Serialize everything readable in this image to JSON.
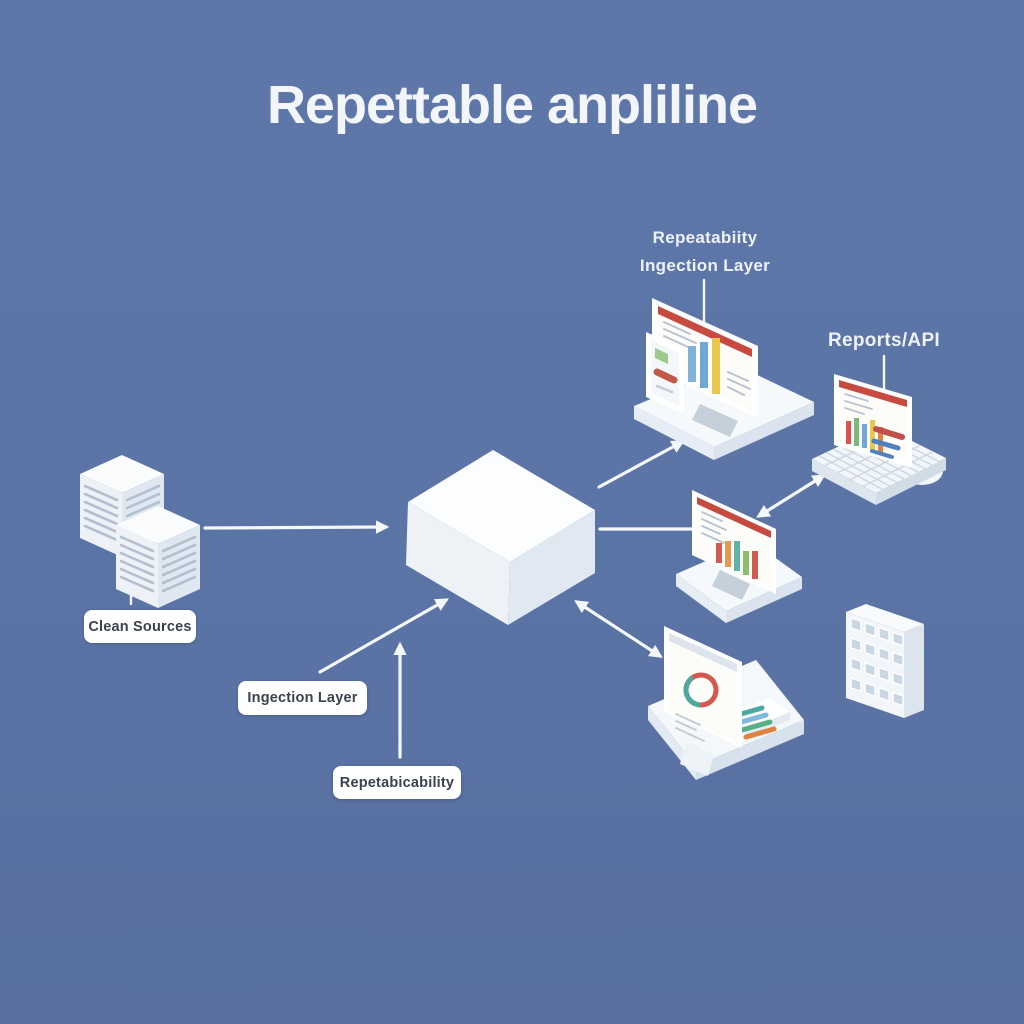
{
  "title": "Repettable anpliline",
  "labels": {
    "clean_sources": "Clean Sources",
    "ingestion_pill": "Ingection Layer",
    "repeatability_pill": "Repetabicability",
    "ingestion_node_line1": "Repeatabiity",
    "ingestion_node_line2": "Ingection Layer",
    "reports_api": "Reports/API"
  },
  "palette": {
    "background": "#5b74a6",
    "pill_background": "#ffffff",
    "pill_text": "#39424e",
    "light_text": "#eef2f7",
    "connector_line": "#f4f7fa",
    "screen_header_red": "#c64a40",
    "bar_blue": "#6fa8d4",
    "bar_yellow": "#e8c84f",
    "bar_teal": "#4aa9a2",
    "bar_orange": "#e0813f",
    "bar_green": "#8bbf6e",
    "bar_red": "#cf5b52"
  },
  "icons": [
    "data-servers-icon",
    "pipeline-cube-icon",
    "ingestion-monitor-icon",
    "phone-icon",
    "reports-laptop-icon",
    "mouse-icon",
    "analytics-monitor-icon",
    "insights-tablet-icon",
    "building-icon"
  ]
}
